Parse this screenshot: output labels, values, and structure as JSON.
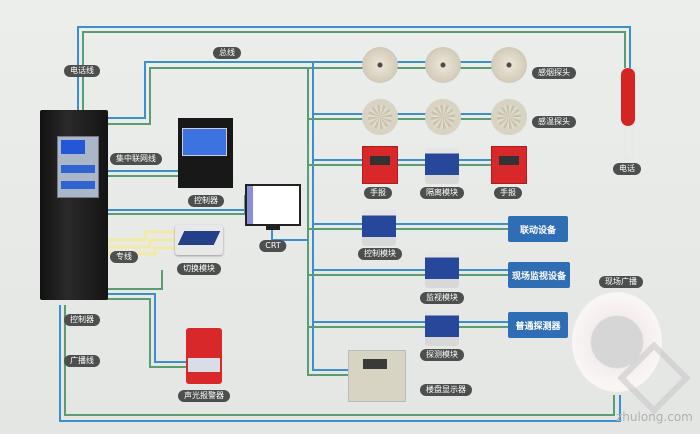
{
  "labels": {
    "phone_line": "电话线",
    "bus_line": "总线",
    "network_line": "集中联网线",
    "controller_main": "控制器",
    "controller_panel": "控制器",
    "crt": "CRT",
    "dedicated_line": "专线",
    "switch_module": "切换模块",
    "broadcast_line": "广播线",
    "sound_light_alarm": "声光报警器",
    "smoke_detector": "感烟探头",
    "heat_detector": "感温探头",
    "manual_alarm_1": "手报",
    "isolation_module": "隔离模块",
    "manual_alarm_2": "手报",
    "telephone": "电话",
    "control_module": "控制模块",
    "linkage_equipment": "联动设备",
    "monitor_module": "监视模块",
    "site_monitor_equipment": "现场监视设备",
    "detect_module": "探测模块",
    "ordinary_detector": "普通探测器",
    "floor_display": "楼盘显示器",
    "site_broadcast": "现场广播"
  },
  "watermark": "zhulong.com",
  "colors": {
    "wire_blue": "#3b8fd0",
    "wire_green": "#5b9c72",
    "wire_yellow": "#f2eaa0",
    "box_blue": "#2f6db5",
    "alarm_red": "#d9282a"
  }
}
